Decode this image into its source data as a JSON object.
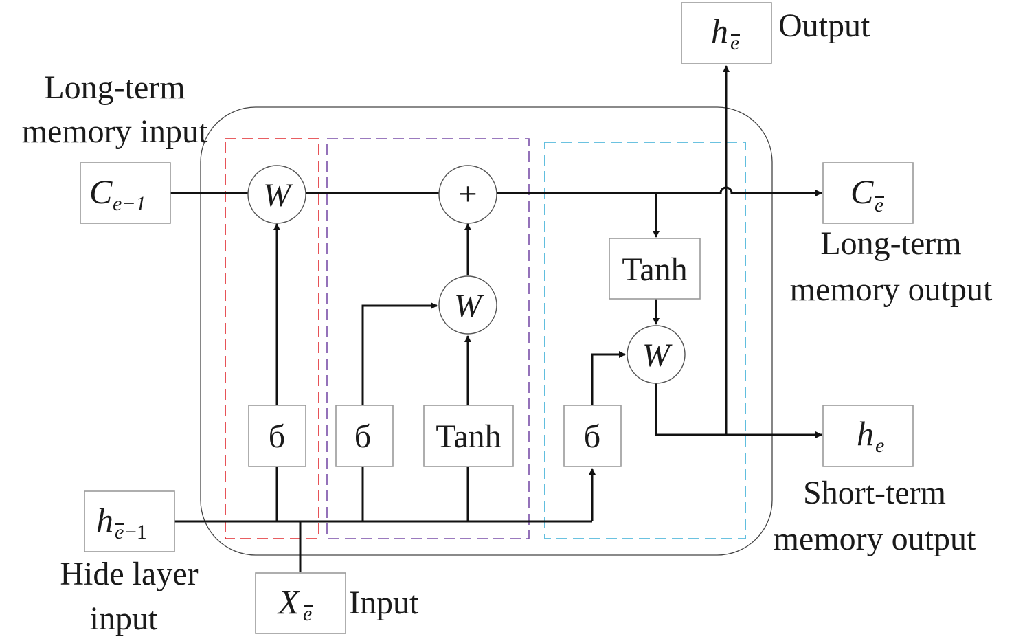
{
  "labels": {
    "long_term_input": [
      "Long-term",
      "memory input"
    ],
    "long_term_output": [
      "Long-term",
      "memory output"
    ],
    "short_term_output": [
      "Short-term",
      "memory output"
    ],
    "hide_layer_input": [
      "Hide layer",
      "input"
    ],
    "output": "Output",
    "input": "Input"
  },
  "terminals": {
    "c_prev": {
      "main": "C",
      "sub": "e−1",
      "sub_bar": false
    },
    "c_out": {
      "main": "C",
      "sub": "e",
      "sub_bar": true
    },
    "h_out_top": {
      "main": "h",
      "sub": "e",
      "sub_bar": true
    },
    "h_out": {
      "main": "h",
      "sub": "e",
      "sub_bar": false
    },
    "h_prev": {
      "main": "h",
      "sub": "e",
      "sub_suffix": "−1",
      "sub_bar": true
    },
    "x_in": {
      "main": "X",
      "sub": "e",
      "sub_bar": true
    }
  },
  "ops": {
    "multiply": "W",
    "add": "+",
    "sigma": "б",
    "tanh": "Tanh"
  },
  "colors": {
    "forget_gate": "#e0282e",
    "input_gate": "#7a4fa8",
    "output_gate": "#3aaed6",
    "cell_border": "#444444",
    "wire": "#111111"
  }
}
